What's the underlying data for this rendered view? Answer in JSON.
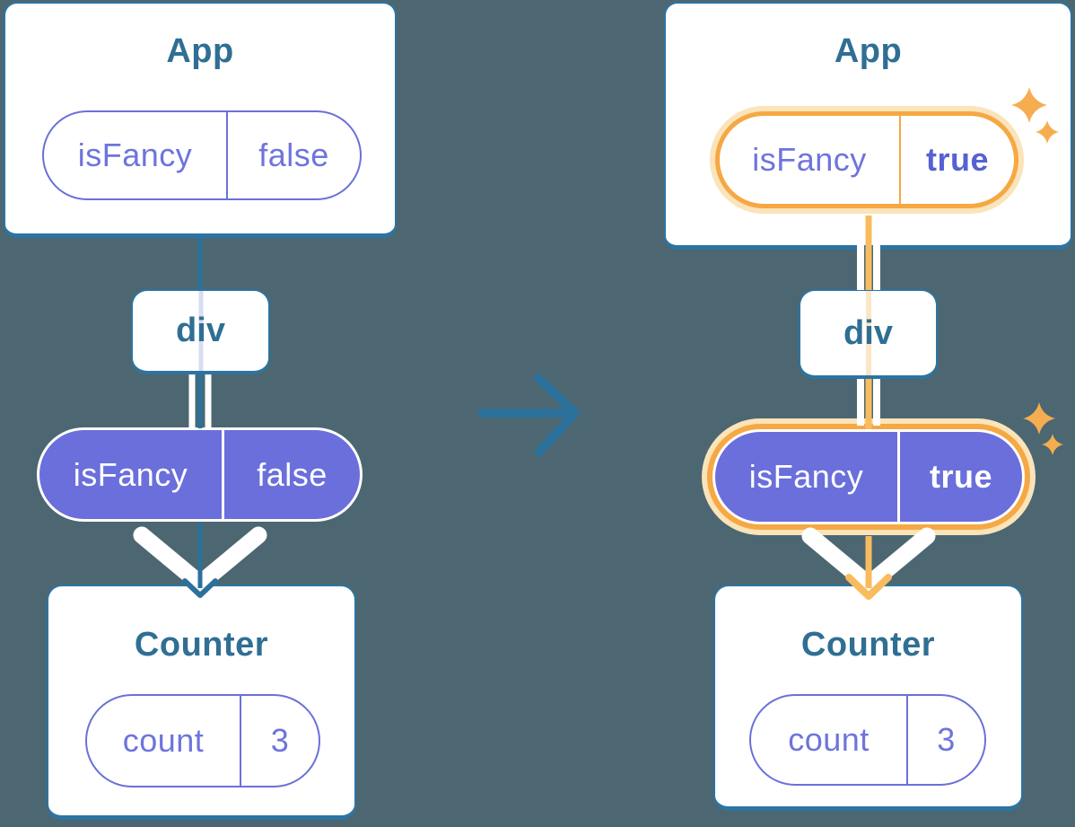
{
  "diagram": {
    "description": "React component tree before/after a state change (isFancy prop passed down)",
    "before": {
      "app": {
        "title": "App",
        "prop_name": "isFancy",
        "prop_value": "false"
      },
      "div": {
        "label": "div"
      },
      "passed_prop": {
        "name": "isFancy",
        "value": "false"
      },
      "counter": {
        "title": "Counter",
        "state_name": "count",
        "state_value": "3"
      }
    },
    "after": {
      "app": {
        "title": "App",
        "prop_name": "isFancy",
        "prop_value": "true"
      },
      "div": {
        "label": "div"
      },
      "passed_prop": {
        "name": "isFancy",
        "value": "true"
      },
      "counter": {
        "title": "Counter",
        "state_name": "count",
        "state_value": "3"
      }
    },
    "icons": {
      "transition_arrow": "right-arrow-icon",
      "flow_arrow": "down-chevron-arrow-icon",
      "sparkles": "sparkles-icon"
    },
    "colors": {
      "background": "#4C6771",
      "card_border": "#2C74A3",
      "heading_text": "#2F6F93",
      "pill_purple_fill": "#6A6FDB",
      "pill_purple_outline": "#6A71D8",
      "pill_purple_text": "#6E74DC",
      "bold_true_text": "#5661D2",
      "highlight_orange": "#F5A843",
      "highlight_orange_glow": "#FBE3BA",
      "sparkle_orange": "#F5AD4F",
      "flow_line_teal": "#2C719C",
      "white": "#FFFFFF"
    }
  }
}
